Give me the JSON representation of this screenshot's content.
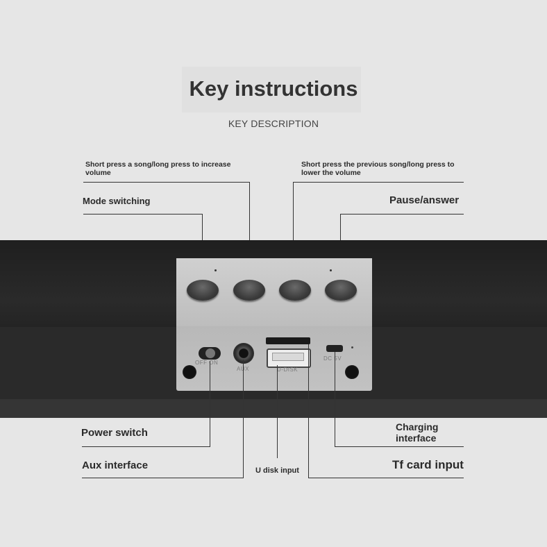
{
  "header": {
    "title": "Key instructions",
    "subtitle": "KEY DESCRIPTION"
  },
  "callouts": {
    "volume_up": "Short press a song/long press to increase volume",
    "volume_down": "Short press the previous song/long press to lower the volume",
    "mode": "Mode switching",
    "pause": "Pause/answer",
    "power": "Power switch",
    "aux": "Aux interface",
    "udisk": "U disk input",
    "charging": "Charging interface",
    "tf": "Tf card input"
  },
  "panel_labels": {
    "switch": "OFF ON",
    "aux": "AUX",
    "usb": "U-DISK",
    "dc": "DC 5V"
  },
  "colors": {
    "background": "#e6e6e6",
    "speaker_body": "#2b2b2b",
    "panel": "#c2c2c2",
    "text": "#2a2a2a"
  }
}
